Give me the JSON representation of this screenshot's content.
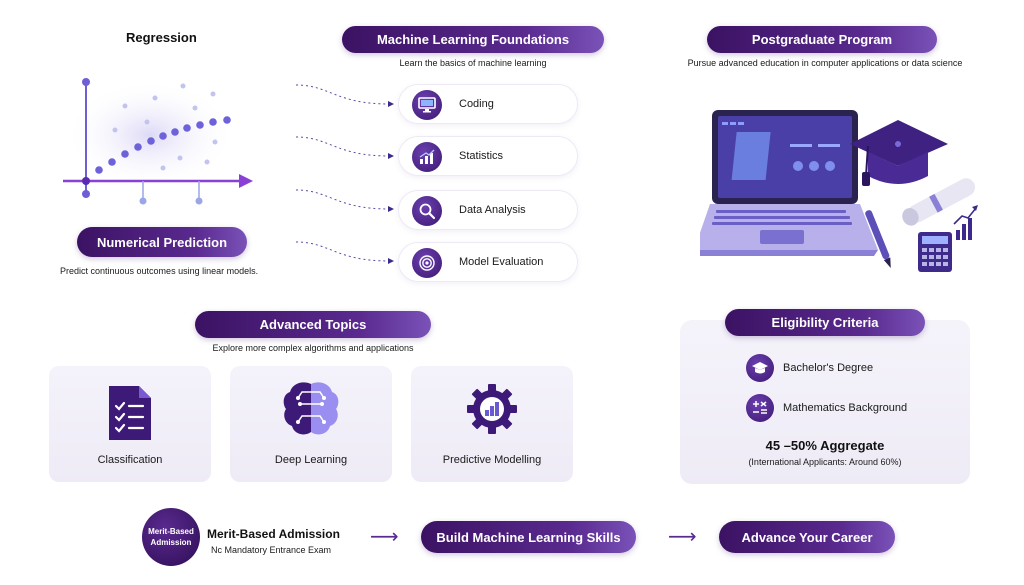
{
  "regression": {
    "title": "Regression",
    "pill": "Numerical Prediction",
    "description": "Predict continuous outcomes using linear models."
  },
  "ml_foundations": {
    "title": "Machine Learning Foundations",
    "subtitle": "Learn the basics of machine learning",
    "items": [
      {
        "label": "Coding",
        "icon": "monitor-icon"
      },
      {
        "label": "Statistics",
        "icon": "bar-chart-icon"
      },
      {
        "label": "Data Analysis",
        "icon": "magnifier-icon"
      },
      {
        "label": "Model Evaluation",
        "icon": "target-icon"
      }
    ]
  },
  "postgraduate": {
    "title": "Postgraduate Program",
    "subtitle": "Pursue advanced education in computer applications or data science"
  },
  "advanced": {
    "title": "Advanced Topics",
    "subtitle": "Explore more complex algorithms and applications",
    "cards": [
      {
        "label": "Classification",
        "icon": "checklist-icon"
      },
      {
        "label": "Deep Learning",
        "icon": "brain-icon"
      },
      {
        "label": "Predictive Modelling",
        "icon": "gear-chart-icon"
      }
    ]
  },
  "eligibility": {
    "title": "Eligibility Criteria",
    "items": [
      {
        "label": "Bachelor's Degree",
        "icon": "graduation-cap-icon"
      },
      {
        "label": "Mathematics Background",
        "icon": "math-symbols-icon"
      }
    ],
    "aggregate": "45 –50% Aggregate",
    "note": "(International Applicants: Around 60%)"
  },
  "bottom": {
    "badge": "Merit-Based Admission",
    "admission_title": "Merit-Based Admission",
    "admission_sub": "Nc Mandatory Entrance Exam",
    "step2": "Build Machine Learning Skills",
    "step3": "Advance Your Career"
  },
  "colors": {
    "primary_dark": "#3b1263",
    "primary": "#5a2a8f",
    "accent_light": "#8b7fe0",
    "card_bg": "#f2f0f8"
  }
}
